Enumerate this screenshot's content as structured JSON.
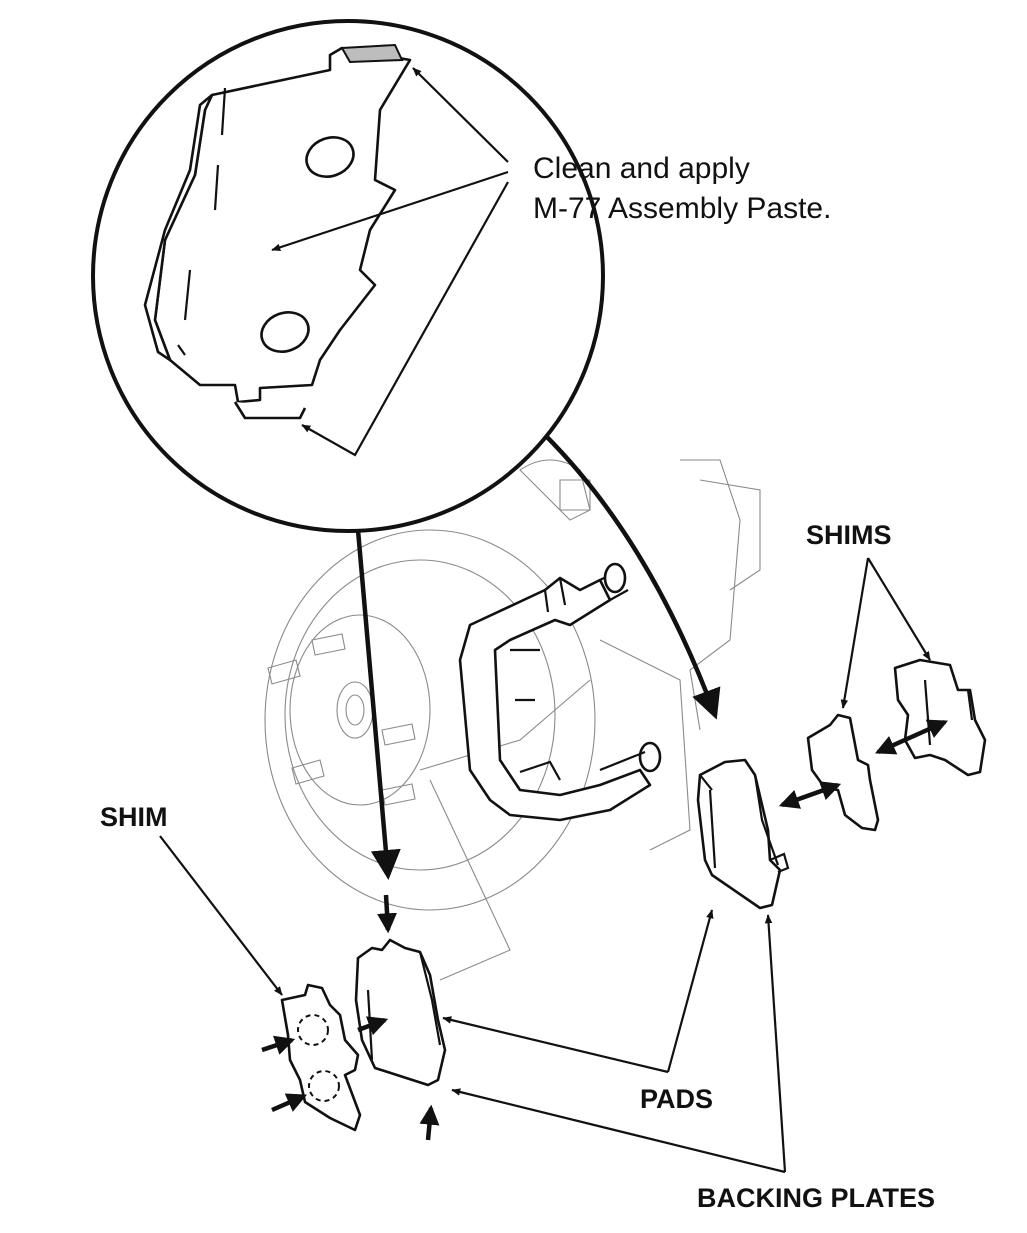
{
  "callout": {
    "line1": "Clean and apply",
    "line2": "M-77 Assembly Paste."
  },
  "labels": {
    "shims": "SHIMS",
    "shim": "SHIM",
    "pads": "PADS",
    "backing_plates": "BACKING PLATES"
  },
  "colors": {
    "ink": "#111111",
    "ghost_line": "#8a8a8a",
    "paste_area": "#bdbdbd",
    "background": "#ffffff"
  }
}
